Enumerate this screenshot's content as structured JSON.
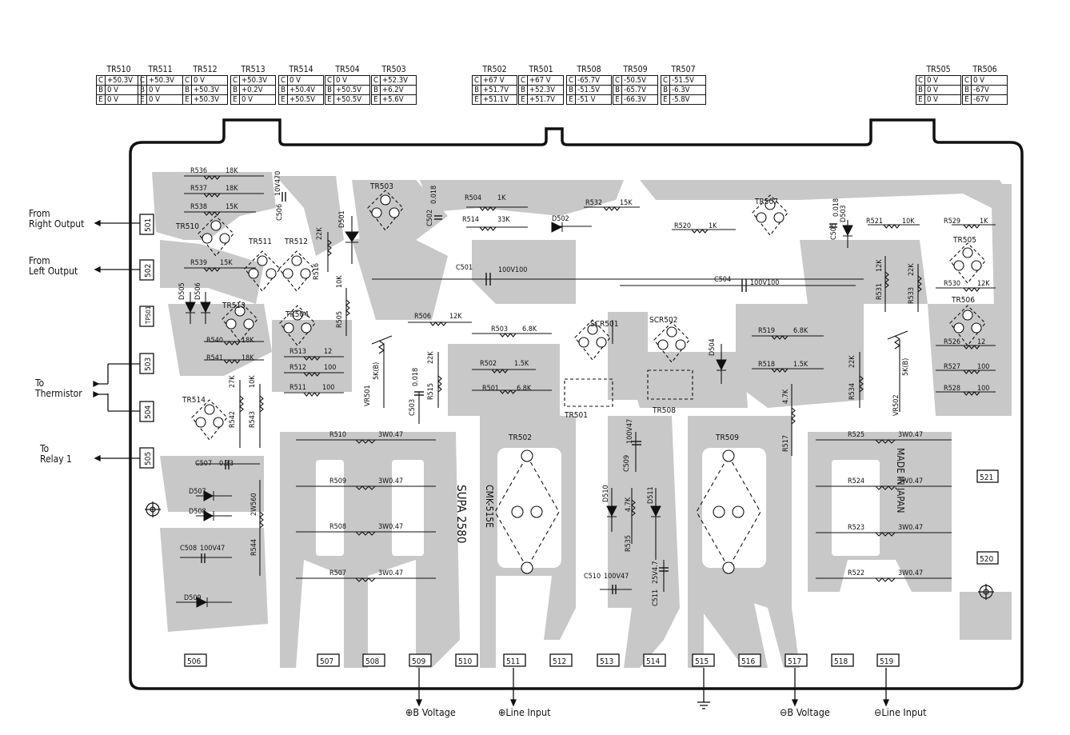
{
  "voltage_tables": [
    {
      "name": "TR510",
      "rows": [
        [
          "C",
          "+50.3V"
        ],
        [
          "B",
          "0 V"
        ],
        [
          "E",
          "0 V"
        ]
      ]
    },
    {
      "name": "TR511",
      "rows": [
        [
          "C",
          "+50.3V"
        ],
        [
          "B",
          "0 V"
        ],
        [
          "E",
          "0 V"
        ]
      ]
    },
    {
      "name": "TR512",
      "rows": [
        [
          "C",
          "0 V"
        ],
        [
          "B",
          "+50.3V"
        ],
        [
          "E",
          "+50.3V"
        ]
      ]
    },
    {
      "name": "TR513",
      "rows": [
        [
          "C",
          "+50.3V"
        ],
        [
          "B",
          "+0.2V"
        ],
        [
          "E",
          "0 V"
        ]
      ]
    },
    {
      "name": "TR514",
      "rows": [
        [
          "C",
          "0 V"
        ],
        [
          "B",
          "+50.4V"
        ],
        [
          "E",
          "+50.5V"
        ]
      ]
    },
    {
      "name": "TR504",
      "rows": [
        [
          "C",
          "0 V"
        ],
        [
          "B",
          "+50.5V"
        ],
        [
          "E",
          "+50.5V"
        ]
      ]
    },
    {
      "name": "TR503",
      "rows": [
        [
          "C",
          "+52.3V"
        ],
        [
          "B",
          "+6.2V"
        ],
        [
          "E",
          "+5.6V"
        ]
      ]
    },
    {
      "name": "TR502",
      "rows": [
        [
          "C",
          "+67 V"
        ],
        [
          "B",
          "+51.7V"
        ],
        [
          "E",
          "+51.1V"
        ]
      ]
    },
    {
      "name": "TR501",
      "rows": [
        [
          "C",
          "+67 V"
        ],
        [
          "B",
          "+52.3V"
        ],
        [
          "E",
          "+51.7V"
        ]
      ]
    },
    {
      "name": "TR508",
      "rows": [
        [
          "C",
          "-65.7V"
        ],
        [
          "B",
          "-51.5V"
        ],
        [
          "E",
          "-51 V"
        ]
      ]
    },
    {
      "name": "TR509",
      "rows": [
        [
          "C",
          "-50.5V"
        ],
        [
          "B",
          "-65.7V"
        ],
        [
          "E",
          "-66.3V"
        ]
      ]
    },
    {
      "name": "TR507",
      "rows": [
        [
          "C",
          "-51.5V"
        ],
        [
          "B",
          "-6.3V"
        ],
        [
          "E",
          "-5.8V"
        ]
      ]
    },
    {
      "name": "TR505",
      "rows": [
        [
          "C",
          "0 V"
        ],
        [
          "B",
          "0 V"
        ],
        [
          "E",
          "0 V"
        ]
      ]
    },
    {
      "name": "TR506",
      "rows": [
        [
          "C",
          "0 V"
        ],
        [
          "B",
          "-67V"
        ],
        [
          "E",
          "-67V"
        ]
      ]
    }
  ],
  "left_labels": {
    "right_output": [
      "From",
      "Right Output"
    ],
    "left_output": [
      "From",
      "Left Output"
    ],
    "thermistor": [
      "To",
      "Thermistor"
    ],
    "relay": [
      "To",
      "Relay 1"
    ]
  },
  "bottom_labels": {
    "pos_b": "⊕B Voltage",
    "pos_line": "⊕Line Input",
    "neg_b": "⊖B Voltage",
    "neg_line": "⊖Line Input"
  },
  "terminals": {
    "left": [
      "501",
      "502",
      "TP501",
      "503",
      "504",
      "505"
    ],
    "bottom": [
      "506",
      "507",
      "508",
      "509",
      "510",
      "511",
      "512",
      "513",
      "514",
      "515",
      "516",
      "517",
      "518",
      "519"
    ],
    "right": [
      "521",
      "520"
    ]
  },
  "silkscreen": {
    "model": "SUPA 2580",
    "board_code": "CMK-515E",
    "made_in": "MADE IN JAPAN"
  },
  "resistors": [
    {
      "id": "R536",
      "val": "18K"
    },
    {
      "id": "R537",
      "val": "18K"
    },
    {
      "id": "R538",
      "val": "15K"
    },
    {
      "id": "R539",
      "val": "15K"
    },
    {
      "id": "R540",
      "val": "18K"
    },
    {
      "id": "R541",
      "val": "18K"
    },
    {
      "id": "R513",
      "val": "12"
    },
    {
      "id": "R512",
      "val": "100"
    },
    {
      "id": "R511",
      "val": "100"
    },
    {
      "id": "R516",
      "val": "22K"
    },
    {
      "id": "R505",
      "val": "10K"
    },
    {
      "id": "R506",
      "val": "12K"
    },
    {
      "id": "R504",
      "val": "1K"
    },
    {
      "id": "R514",
      "val": "33K"
    },
    {
      "id": "R532",
      "val": "15K"
    },
    {
      "id": "R503",
      "val": "6.8K"
    },
    {
      "id": "R502",
      "val": "1.5K"
    },
    {
      "id": "R501",
      "val": "6.8K"
    },
    {
      "id": "R515",
      "val": "22K"
    },
    {
      "id": "R542",
      "val": "27K"
    },
    {
      "id": "R543",
      "val": "10K"
    },
    {
      "id": "R520",
      "val": "1K"
    },
    {
      "id": "R521",
      "val": "10K"
    },
    {
      "id": "R529",
      "val": "1K"
    },
    {
      "id": "R531",
      "val": "12K"
    },
    {
      "id": "R533",
      "val": "22K"
    },
    {
      "id": "R530",
      "val": "12K"
    },
    {
      "id": "R519",
      "val": "6.8K"
    },
    {
      "id": "R518",
      "val": "1.5K"
    },
    {
      "id": "R534",
      "val": "22K"
    },
    {
      "id": "R526",
      "val": "12"
    },
    {
      "id": "R527",
      "val": "100"
    },
    {
      "id": "R528",
      "val": "100"
    },
    {
      "id": "R535",
      "val": "4.7K"
    },
    {
      "id": "R517",
      "val": "4.7K"
    },
    {
      "id": "R544",
      "val": "2W560"
    }
  ],
  "power_resistors": [
    {
      "id": "R510",
      "val": "3W0.47"
    },
    {
      "id": "R509",
      "val": "3W0.47"
    },
    {
      "id": "R508",
      "val": "3W0.47"
    },
    {
      "id": "R507",
      "val": "3W0.47"
    },
    {
      "id": "R525",
      "val": "3W0.47"
    },
    {
      "id": "R524",
      "val": "3W0.47"
    },
    {
      "id": "R523",
      "val": "3W0.47"
    },
    {
      "id": "R522",
      "val": "3W0.47"
    }
  ],
  "capacitors": [
    {
      "id": "C501",
      "val": "100V100"
    },
    {
      "id": "C504",
      "val": "100V100"
    },
    {
      "id": "C502",
      "val": "0.018"
    },
    {
      "id": "C503",
      "val": "0.018"
    },
    {
      "id": "C505",
      "val": "0.018"
    },
    {
      "id": "C506",
      "val": "10V470"
    },
    {
      "id": "C507",
      "val": "0.33"
    },
    {
      "id": "C508",
      "val": "100V47"
    },
    {
      "id": "C509",
      "val": "100V47"
    },
    {
      "id": "C510",
      "val": "100V47"
    },
    {
      "id": "C511",
      "val": "25V4.7"
    }
  ],
  "transistor_labels": [
    "TR510",
    "TR511",
    "TR512",
    "TR513",
    "TR514",
    "TR504",
    "TR503",
    "TR501",
    "TR502",
    "TR508",
    "TR509",
    "TR507",
    "TR505",
    "TR506",
    "SCR501",
    "SCR502"
  ],
  "diodes": [
    "D501",
    "D502",
    "D503",
    "D504",
    "D505",
    "D506",
    "D507",
    "D508",
    "D509",
    "D510",
    "D511"
  ],
  "trimmers": [
    {
      "id": "VR501",
      "val": "5K(B)"
    },
    {
      "id": "VR502",
      "val": "5K(B)"
    }
  ],
  "colors": {
    "trace": "#c8c8c8",
    "ink": "#111111",
    "background": "#ffffff"
  }
}
